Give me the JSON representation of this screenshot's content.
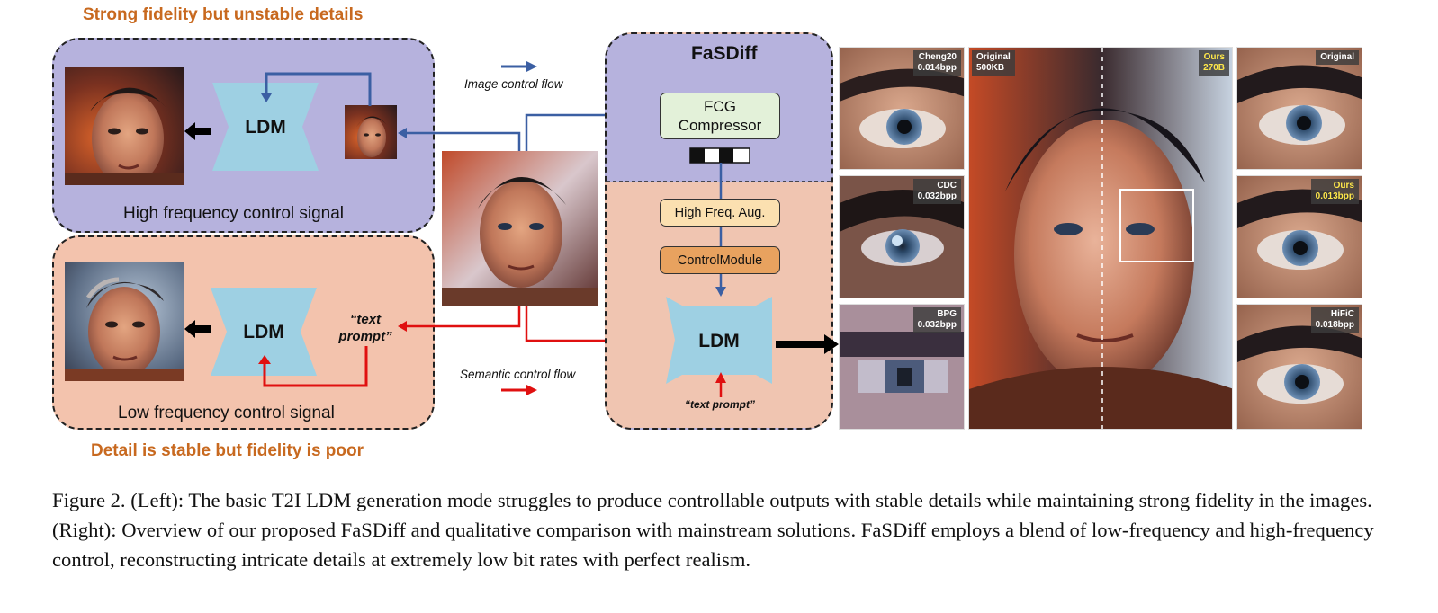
{
  "left": {
    "top_heading": "Strong fidelity but unstable details",
    "bottom_heading": "Detail is stable but fidelity is poor",
    "high_panel": {
      "ldm": "LDM",
      "label": "High frequency control signal"
    },
    "low_panel": {
      "ldm": "LDM",
      "prompt": "“text prompt”",
      "label": "Low frequency control signal"
    }
  },
  "flows": {
    "image_control": "Image control flow",
    "semantic_control": "Semantic control flow"
  },
  "fasdiff": {
    "title": "FaSDiff",
    "fcg": "FCG Compressor",
    "high_freq_aug": "High Freq. Aug.",
    "control_module": "ControlModule",
    "ldm": "LDM",
    "prompt": "“text prompt”"
  },
  "comparison": {
    "cheng20": {
      "name": "Cheng20",
      "rate": "0.014bpp"
    },
    "cdc": {
      "name": "CDC",
      "rate": "0.032bpp"
    },
    "bpg": {
      "name": "BPG",
      "rate": "0.032bpp"
    },
    "original_center": {
      "name": "Original",
      "size": "500KB"
    },
    "ours_center": {
      "name": "Ours",
      "size": "270B"
    },
    "original_right": {
      "name": "Original"
    },
    "ours_right": {
      "name": "Ours",
      "rate": "0.013bpp"
    },
    "hific": {
      "name": "HiFiC",
      "rate": "0.018bpp"
    }
  },
  "caption": "Figure 2. (Left): The basic T2I LDM generation mode struggles to produce controllable outputs with stable details while maintaining strong fidelity in the images. (Right): Overview of our proposed FaSDiff and qualitative comparison with mainstream solutions. FaSDiff employs a blend of low-frequency and high-frequency control, reconstructing intricate details at extremely low bit rates with perfect realism.",
  "colors": {
    "heading_orange": "#c8691f",
    "purple_panel": "#b6b2dd",
    "salmon_panel": "#f3c3ad",
    "ldm_blue": "#9ed0e3",
    "blue_arrow": "#3b5fa3",
    "red_arrow": "#e01010",
    "fcg_box": "#e3f1d9",
    "aug_box": "#fbe0b0",
    "control_box": "#e8a25f"
  }
}
